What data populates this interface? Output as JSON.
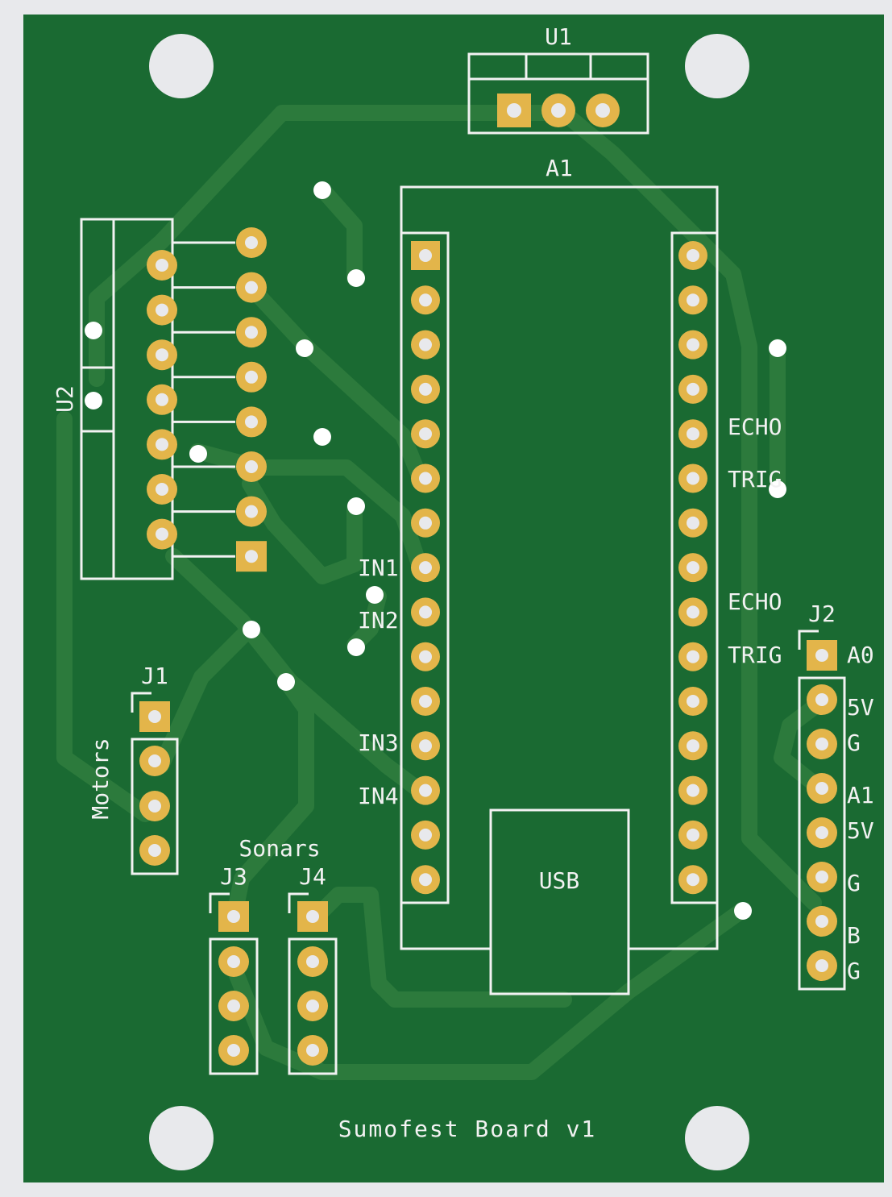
{
  "board": {
    "title": "Sumofest Board v1",
    "colors": {
      "board": "#1a6a32",
      "trace": "#2c7a3c",
      "pad": "#e3b54a",
      "silk": "#f2f2f2",
      "background": "#e8e9ec"
    }
  },
  "components": {
    "u1": {
      "ref": "U1"
    },
    "a1": {
      "ref": "A1",
      "usb_label": "USB"
    },
    "u2": {
      "ref": "U2"
    },
    "j1": {
      "ref": "J1",
      "desc": "Motors"
    },
    "j2": {
      "ref": "J2"
    },
    "j3": {
      "ref": "J3"
    },
    "j4": {
      "ref": "J4"
    },
    "sonars": {
      "label": "Sonars"
    }
  },
  "a1_left_labels": [
    "IN1",
    "IN2",
    "IN3",
    "IN4"
  ],
  "a1_right_labels": [
    "ECHO",
    "TRIG",
    "ECHO",
    "TRIG"
  ],
  "j2_pins": [
    "A0",
    "5V",
    "G",
    "A1",
    "5V",
    "G",
    "B",
    "G"
  ]
}
